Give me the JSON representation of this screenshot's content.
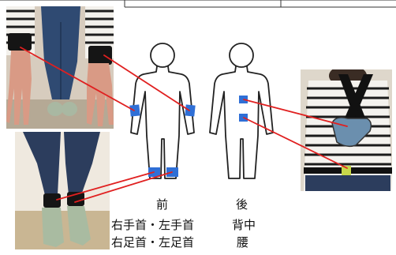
{
  "views": {
    "front": {
      "label": "前",
      "lines": [
        "右手首・左手首",
        "右足首・左足首"
      ]
    },
    "back": {
      "label": "後",
      "lines": [
        "背中",
        "腰"
      ]
    }
  },
  "colors": {
    "sensor": "#2f6fd6",
    "connector": "#e02020",
    "outline": "#222222",
    "band": "#151515"
  },
  "photos": [
    {
      "id": "wrist-photo",
      "subject": "hands-with-black-wristbands"
    },
    {
      "id": "ankle-photo",
      "subject": "legs-with-black-ankle-bands"
    },
    {
      "id": "back-photo",
      "subject": "back-with-sling-bag-and-waist-belt"
    }
  ]
}
